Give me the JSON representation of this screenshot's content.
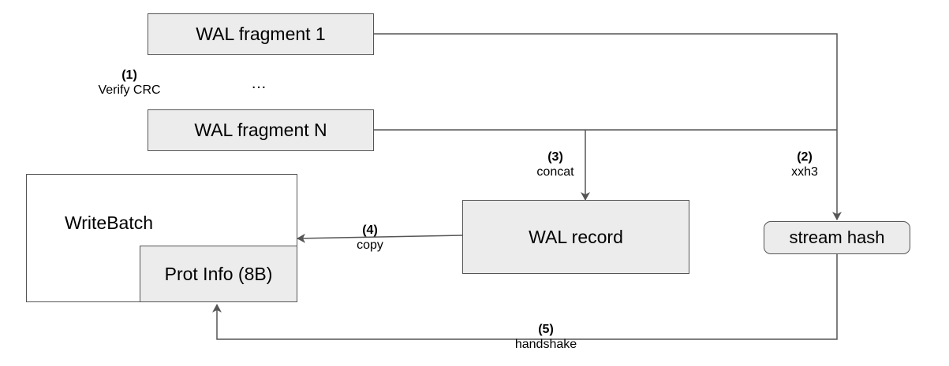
{
  "boxes": {
    "wal_fragment_1": "WAL fragment 1",
    "wal_fragment_n": "WAL fragment N",
    "write_batch": "WriteBatch",
    "prot_info": "Prot Info (8B)",
    "wal_record": "WAL record",
    "stream_hash": "stream hash"
  },
  "ellipsis": "…",
  "steps": {
    "verify_crc": {
      "num": "(1)",
      "text": "Verify CRC"
    },
    "xxh3": {
      "num": "(2)",
      "text": "xxh3"
    },
    "concat": {
      "num": "(3)",
      "text": "concat"
    },
    "copy": {
      "num": "(4)",
      "text": "copy"
    },
    "handshake": {
      "num": "(5)",
      "text": "handshake"
    }
  },
  "colors": {
    "box_fill": "#ececec",
    "stroke": "#555555"
  }
}
